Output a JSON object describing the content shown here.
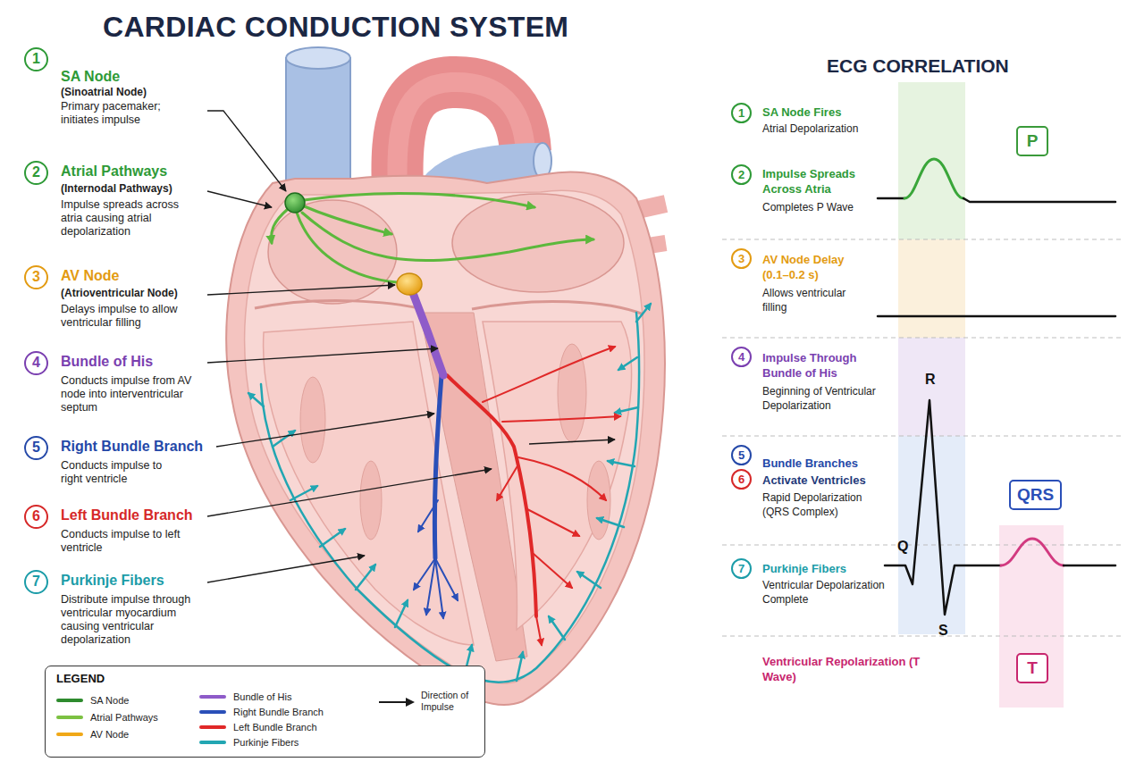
{
  "diagram": {
    "title": "CARDIAC CONDUCTION SYSTEM",
    "nodes": [
      {
        "text": [
          "P"
        ]
      },
      {
        "text": [
          "QRS"
        ]
      },
      {
        "text": [
          "T"
        ]
      },
      {
        "text": [
          "LEGEND"
        ]
      }
    ],
    "labels": [
      "1",
      "SA Node",
      "(Sinoatrial Node)",
      "Primary pacemaker; initiates impulse",
      "2",
      "Atrial Pathways",
      "(Internodal Pathways)",
      "Impulse spreads across atria causing atrial depolarization",
      "3",
      "AV Node",
      "(Atrioventricular Node)",
      "Delays impulse to allow ventricular filling",
      "4",
      "Bundle of His",
      "Conducts impulse from AV node into interventricular septum",
      "5",
      "Right Bundle Branch",
      "Conducts impulse to right ventricle",
      "6",
      "Left Bundle Branch",
      "Conducts impulse to left ventricle",
      "7",
      "Purkinje Fibers",
      "Distribute impulse through ventricular myocardium causing ventricular depolarization",
      "ECG CORRELATION",
      "1",
      "SA Node Fires",
      "Atrial Depolarization",
      "2",
      "Impulse Spreads Across Atria",
      "Completes P Wave",
      "3",
      "AV Node Delay (0.1–0.2 s)",
      "Allows ventricular filling",
      "4",
      "Impulse Through Bundle of His",
      "Beginning of Ventricular Depolarization",
      "5",
      "6",
      "Bundle Branches",
      "Activate Ventricles",
      "Rapid Depolarization (QRS Complex)",
      "7",
      "Purkinje Fibers",
      "Ventricular Depolarization Complete",
      "Ventricular Repolarization (T Wave)",
      "R",
      "Q",
      "S"
    ],
    "legend": [
      {
        "text": "SA Node",
        "color": "#2e8b2e"
      },
      {
        "text": "Atrial Pathways",
        "color": "#7cc142"
      },
      {
        "text": "AV Node",
        "color": "#f0a818"
      },
      {
        "text": "Bundle of His",
        "color": "#8e5bc9"
      },
      {
        "text": "Right Bundle Branch",
        "color": "#2a4fb8"
      },
      {
        "text": "Left Bundle Branch",
        "color": "#e02828"
      },
      {
        "text": "Purkinje Fibers",
        "color": "#22a6b2"
      },
      {
        "text": "Direction of Impulse"
      }
    ]
  }
}
